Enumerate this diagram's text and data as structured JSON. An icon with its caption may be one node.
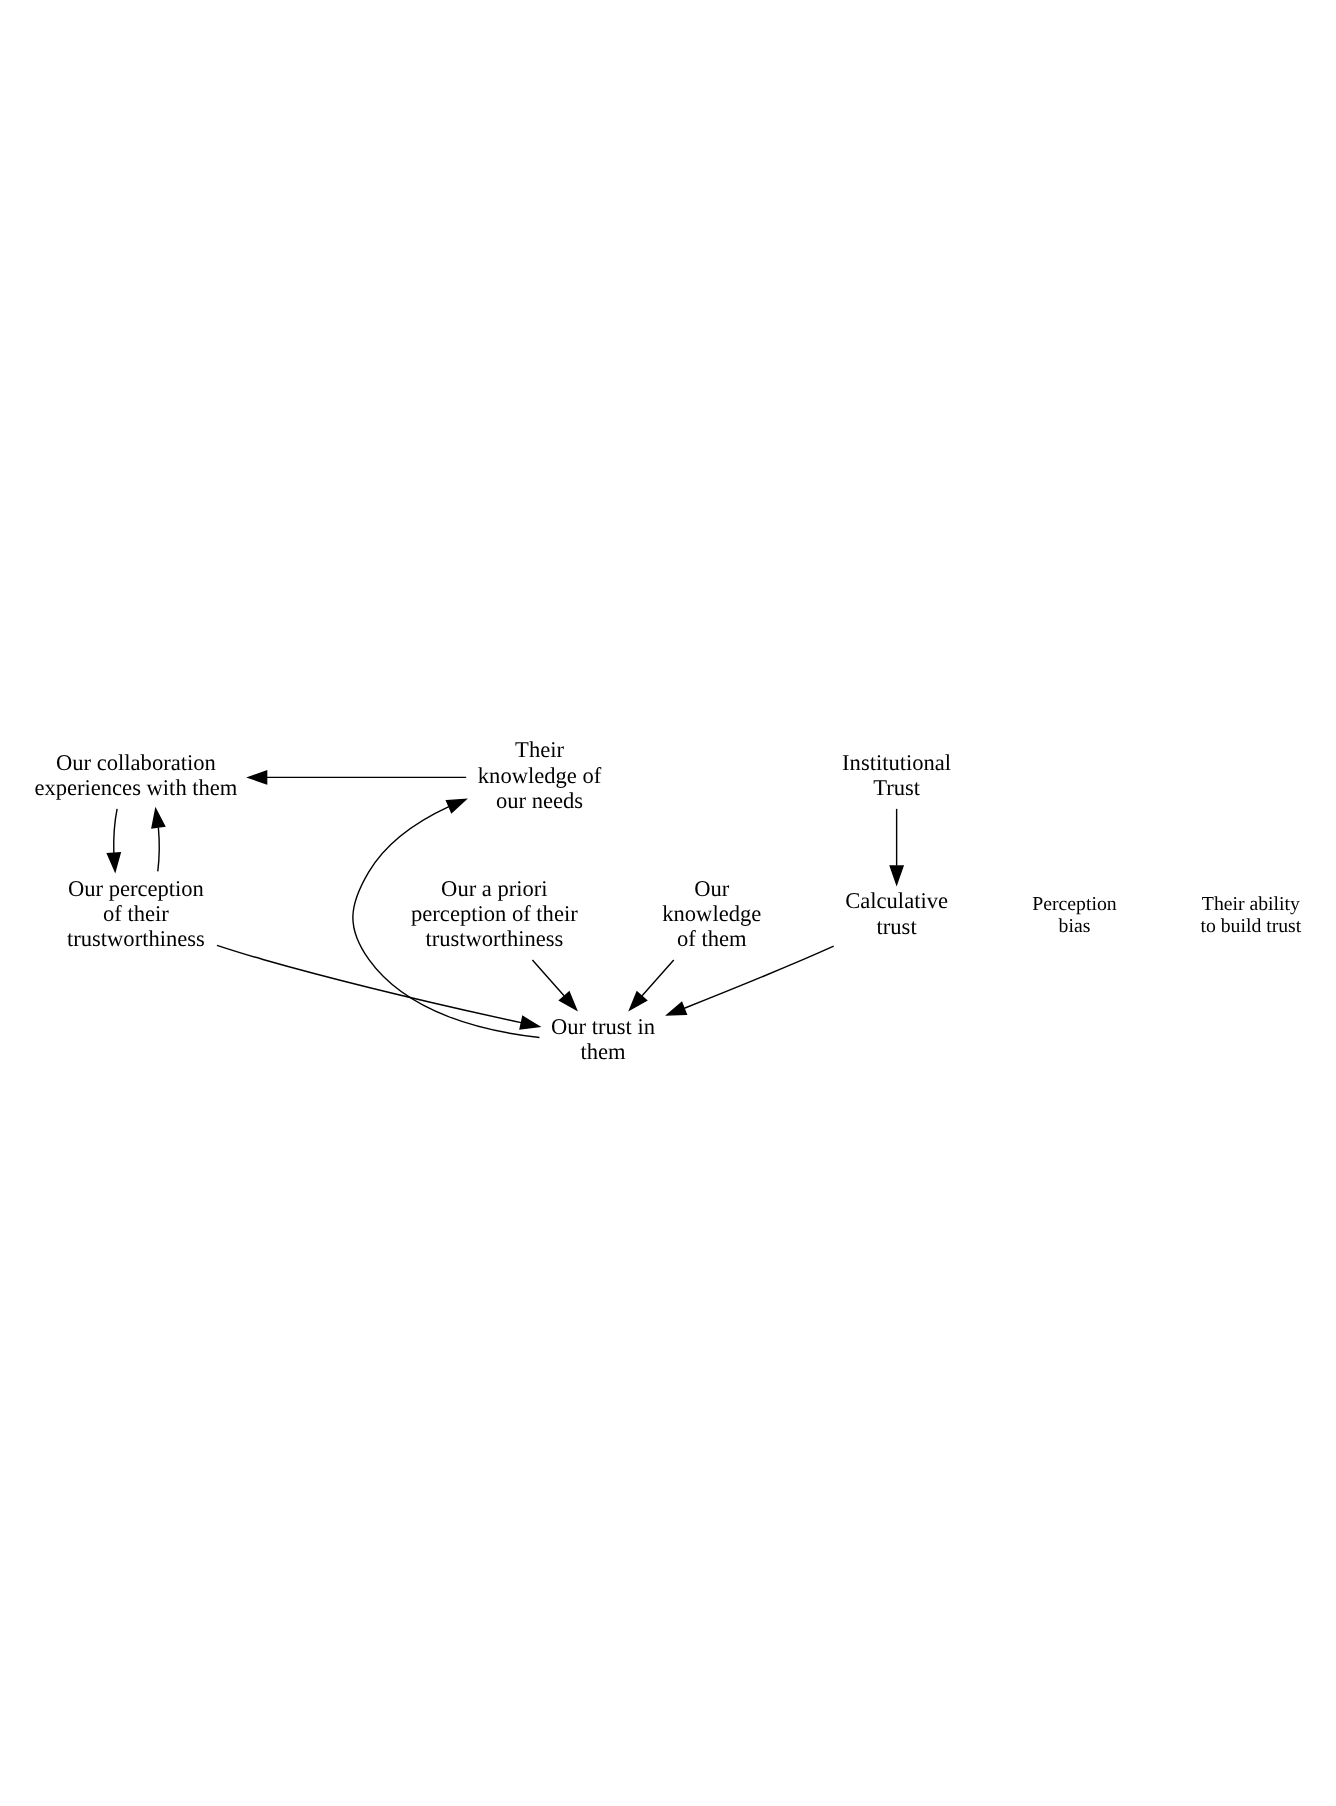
{
  "diagram": {
    "nodes": [
      {
        "text": [
          "Our collaboration experiences with them"
        ]
      },
      {
        "text": [
          "Their knowledge of our needs"
        ]
      },
      {
        "text": [
          "Our perception of their trustworthiness"
        ]
      },
      {
        "text": [
          "Our trust in them"
        ]
      },
      {
        "text": [
          "Our a priori perception of their trustworthiness"
        ]
      },
      {
        "text": [
          "Our knowledge of them"
        ]
      },
      {
        "text": [
          "Calculative trust"
        ]
      },
      {
        "text": [
          "Institutional Trust"
        ]
      }
    ],
    "edges": [
      {
        "from": 1,
        "to": 0,
        "arrow": "to"
      },
      {
        "from": 0,
        "to": 2,
        "arrow": "to"
      },
      {
        "from": 2,
        "to": 0,
        "arrow": "to"
      },
      {
        "from": 2,
        "to": 3,
        "arrow": "to"
      },
      {
        "from": 3,
        "to": 1,
        "arrow": "to"
      },
      {
        "from": 4,
        "to": 3,
        "arrow": "to"
      },
      {
        "from": 5,
        "to": 3,
        "arrow": "to"
      },
      {
        "from": 6,
        "to": 3,
        "arrow": "to"
      },
      {
        "from": 7,
        "to": 6,
        "arrow": "to"
      }
    ],
    "labels": [
      "Perception bias",
      "Their ability to build trust"
    ]
  }
}
